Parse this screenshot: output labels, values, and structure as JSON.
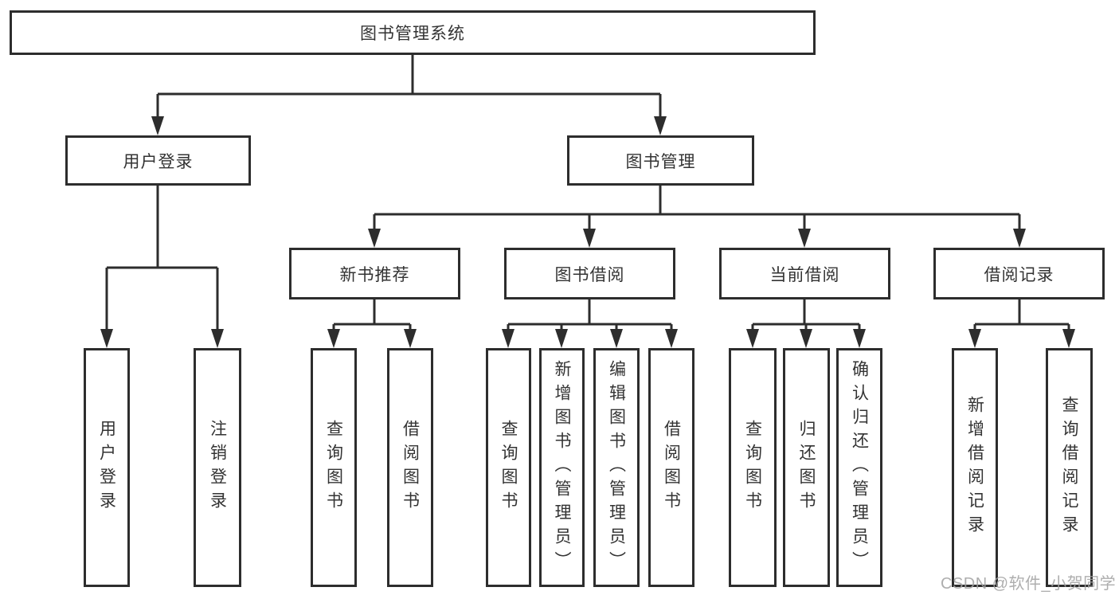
{
  "diagram": {
    "title": "图书管理系统",
    "nodes": {
      "root": "图书管理系统",
      "level1": [
        "用户登录",
        "图书管理"
      ],
      "level2": [
        "新书推荐",
        "图书借阅",
        "当前借阅",
        "借阅记录"
      ],
      "leaves_user": [
        "用户登录",
        "注销登录"
      ],
      "leaves_recommend": [
        "查询图书",
        "借阅图书"
      ],
      "leaves_borrow": [
        "查询图书",
        "新增图书（管理员）",
        "编辑图书（管理员）",
        "借阅图书"
      ],
      "leaves_current": [
        "查询图书",
        "归还图书",
        "确认归还（管理员）"
      ],
      "leaves_record": [
        "新增借阅记录",
        "查询借阅记录"
      ]
    },
    "colors": {
      "line": "#2d2d2d",
      "box_border": "#2d2d2d",
      "text": "#333333",
      "background": "#ffffff",
      "watermark": "#a3a3a3"
    }
  },
  "watermark": "CSDN @软件_小贺同学"
}
